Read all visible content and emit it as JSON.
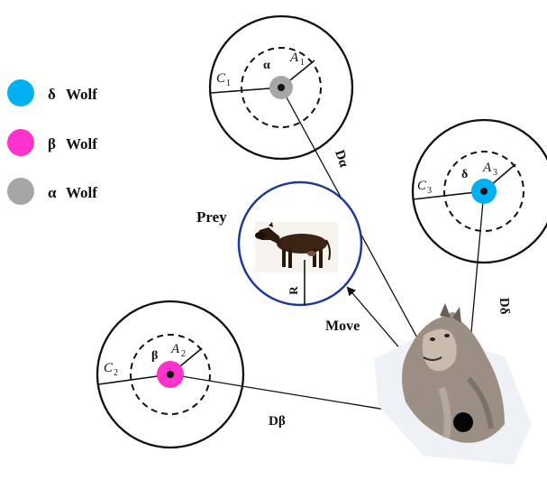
{
  "legend": {
    "items": [
      {
        "symbol": "δ",
        "label": "Wolf",
        "color": "#00b0f0"
      },
      {
        "symbol": "β",
        "label": "Wolf",
        "color": "#ff33cc"
      },
      {
        "symbol": "α",
        "label": "Wolf",
        "color": "#a6a6a6"
      }
    ]
  },
  "prey": {
    "label": "Prey",
    "radius_label": "R",
    "circle_color": "#1f3a93"
  },
  "wolves": {
    "alpha": {
      "greek": "α",
      "a_label": "A",
      "a_sub": "1",
      "c_label": "C",
      "c_sub": "1",
      "color": "#a6a6a6"
    },
    "delta": {
      "greek": "δ",
      "a_label": "A",
      "a_sub": "3",
      "c_label": "C",
      "c_sub": "3",
      "color": "#00b0f0"
    },
    "beta": {
      "greek": "β",
      "a_label": "A",
      "a_sub": "2",
      "c_label": "C",
      "c_sub": "2",
      "color": "#ff33cc"
    }
  },
  "distances": {
    "d_alpha": "Dα",
    "d_delta": "Dδ",
    "d_beta": "Dβ"
  },
  "move": {
    "label": "Move"
  }
}
